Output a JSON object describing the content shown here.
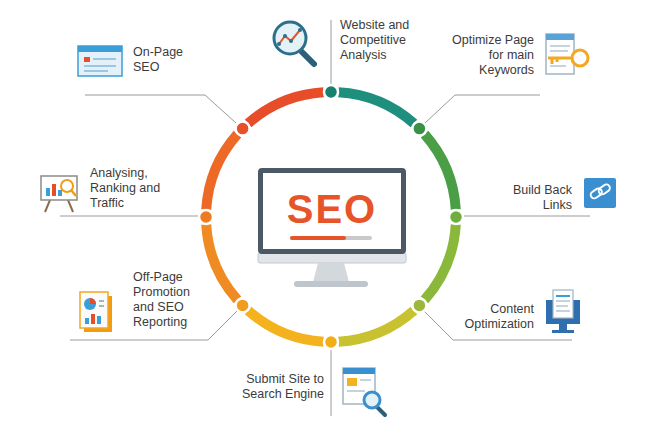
{
  "diagram": {
    "nodes": [
      {
        "text": [
          "SEO"
        ]
      }
    ],
    "labels": [
      "Website and Competitive Analysis",
      "Optimize Page for main Keywords",
      "Build Back Links",
      "Content Optimization",
      "Submit Site to Search Engine",
      "Off-Page Promotion and SEO Reporting",
      "Analysing, Ranking and Traffic",
      "On-Page SEO"
    ]
  }
}
